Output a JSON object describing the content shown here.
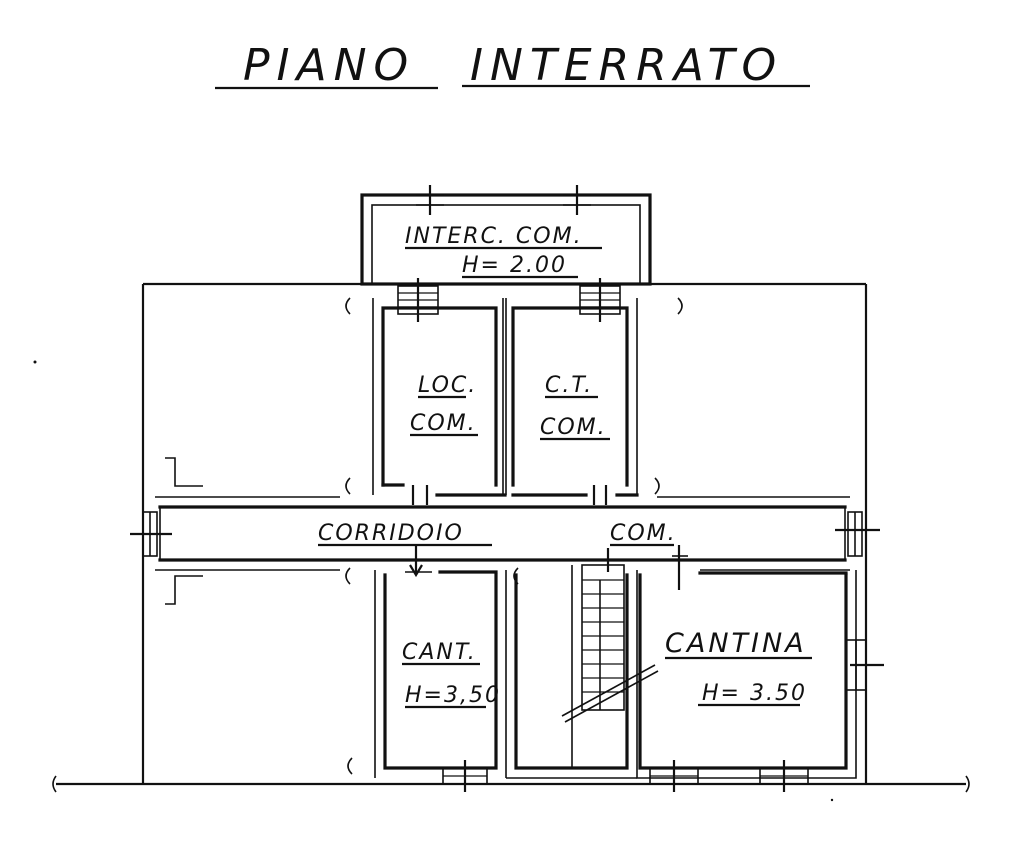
{
  "drawing": {
    "title_word1": "PIANO",
    "title_word2": "INTERRATO"
  },
  "rooms": {
    "interc": {
      "name": "INTERC. COM.",
      "height": "H= 2.00"
    },
    "loc": {
      "line1": "LOC.",
      "line2": "COM."
    },
    "ct": {
      "line1": "C.T.",
      "line2": "COM."
    },
    "corridoio": {
      "word1": "CORRIDOIO",
      "word2": "COM."
    },
    "cant": {
      "name": "CANT.",
      "height": "H=3,50"
    },
    "cantina": {
      "name": "CANTINA",
      "height": "H= 3.50"
    }
  }
}
